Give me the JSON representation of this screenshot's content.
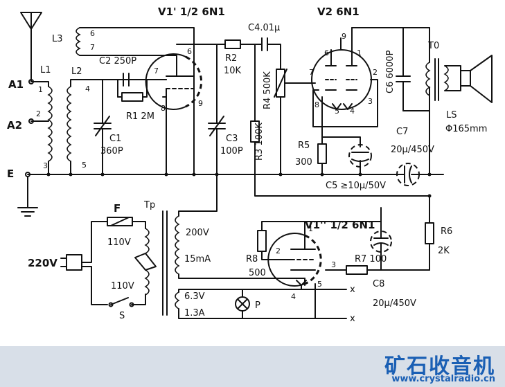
{
  "schematic": {
    "tubes": {
      "v1a": "V1' 1/2 6N1",
      "v2": "V2 6N1",
      "v1b": "V1'' 1/2 6N1"
    },
    "labels": {
      "l3": "L3",
      "l1": "L1",
      "l2": "L2",
      "a1": "A1",
      "a2": "A2",
      "e": "E",
      "c2": "C2 250P",
      "r1": "R1 2M",
      "c1": "C1",
      "c1_val": "360P",
      "c3": "C3",
      "c3_val": "100P",
      "r2": "R2",
      "r2_val": "10K",
      "c4": "C4.01μ",
      "r4": "R4 500K",
      "r3": "R3 100K",
      "r5": "R5",
      "r5_val": "300",
      "c5": "C5 ≥10μ/50V",
      "c6": "C6 6000P",
      "c7": "C7",
      "c7_val": "20μ/450V",
      "t0": "T0",
      "ls": "LS",
      "ls_val": "Φ165mm",
      "f": "F",
      "tp": "Tp",
      "v220": "220V",
      "v110a": "110V",
      "v110b": "110V",
      "s": "S",
      "v200": "200V",
      "ma15": "15mA",
      "v63": "6.3V",
      "a13": "1.3A",
      "p": "P",
      "r8": "R8",
      "r8_val": "500",
      "r7": "R7 100",
      "c8": "C8",
      "c8_val": "20μ/450V",
      "r6": "R6",
      "r6_val": "2K",
      "x1": "x",
      "x2": "x"
    },
    "pins": {
      "p6a": "6",
      "p7a": "7",
      "p8a": "8",
      "p9a": "9",
      "l3_6": "6",
      "l3_7": "7",
      "l1_1": "1",
      "l1_2": "2",
      "l1_3": "3",
      "l2_4": "4",
      "l2_5": "5",
      "v2_9": "9",
      "v2_6": "6",
      "v2_1": "1",
      "v2_7": "7",
      "v2_2": "2",
      "v2_8": "8",
      "v2_5": "5",
      "v2_4": "4",
      "v2_3": "3",
      "v1b_1": "1",
      "v1b_2": "2",
      "v1b_3": "3",
      "v1b_4": "4",
      "v1b_5": "5"
    }
  },
  "footer": {
    "brand_cn": "矿石收音机",
    "brand_url": "www.crystalradio.cn"
  }
}
